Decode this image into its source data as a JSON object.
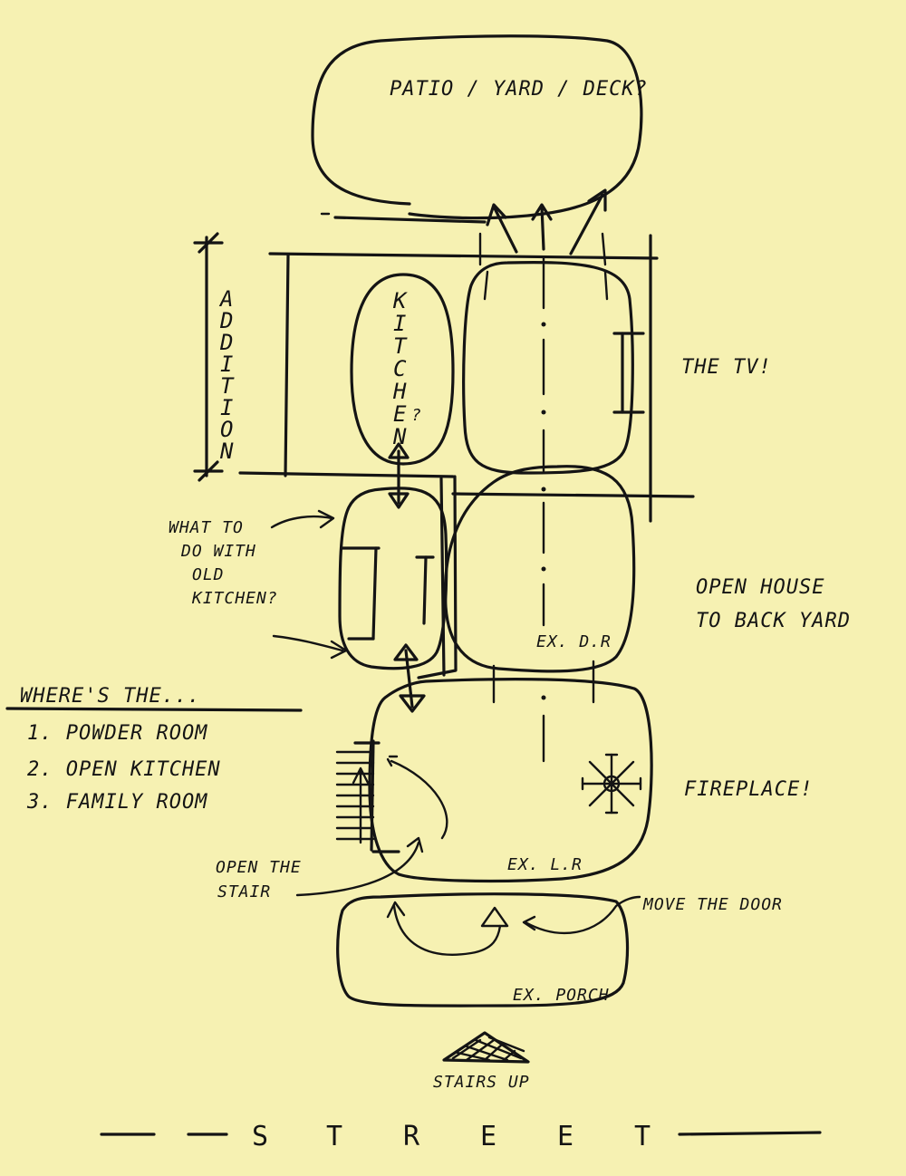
{
  "sheet": {
    "paper_color": "#f6f1b2",
    "ink_color": "#141414"
  },
  "rooms": {
    "patio": "PATIO / YARD / DECK?",
    "kitchen_letters": [
      "K",
      "I",
      "T",
      "C",
      "H",
      "E",
      "N",
      "?"
    ],
    "addition_letters": [
      "A",
      "D",
      "D",
      "I",
      "T",
      "I",
      "O",
      "N"
    ],
    "tv": "THE TV!",
    "open_house": [
      "OPEN HOUSE",
      "TO BACK YARD"
    ],
    "old_kitchen": [
      "WHAT TO",
      "DO WITH",
      "OLD",
      "KITCHEN?"
    ],
    "dining": "EX. D.R",
    "living": "EX. L.R",
    "fireplace": "FIREPLACE!",
    "stair": [
      "OPEN THE",
      "STAIR"
    ],
    "door": "MOVE THE DOOR",
    "porch": "EX. PORCH",
    "stairs_up": "STAIRS UP",
    "street_letters": [
      "S",
      "T",
      "R",
      "E",
      "E",
      "T"
    ]
  },
  "questions": {
    "heading": "WHERE'S THE...",
    "items": [
      "1. POWDER ROOM",
      "2. OPEN KITCHEN",
      "3. FAMILY ROOM"
    ]
  }
}
